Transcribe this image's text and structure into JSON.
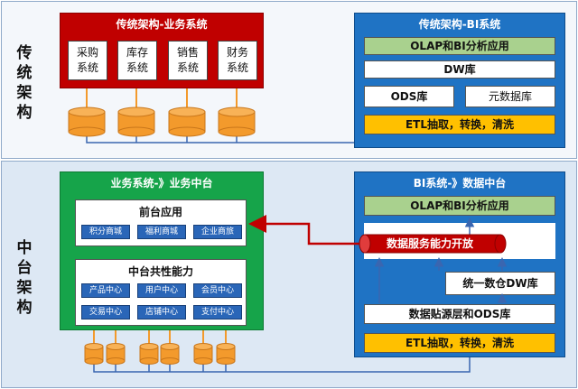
{
  "labels": {
    "traditional": [
      "传",
      "统",
      "架",
      "构"
    ],
    "midplatform": [
      "中",
      "台",
      "架",
      "构"
    ]
  },
  "traditional_business": {
    "title": "传统架构-业务系统",
    "systems": [
      "采购\n系统",
      "库存\n系统",
      "销售\n系统",
      "财务\n系统"
    ]
  },
  "traditional_bi": {
    "title": "传统架构-BI系统",
    "olap": "OLAP和BI分析应用",
    "dw": "DW库",
    "ods": "ODS库",
    "meta": "元数据库",
    "etl": "ETL抽取，转换，清洗"
  },
  "business_mid": {
    "title": "业务系统-》业务中台",
    "front_title": "前台应用",
    "front_chips": [
      "积分商城",
      "福利商城",
      "企业商旅"
    ],
    "shared_title": "中台共性能力",
    "shared_chips": [
      "产品中心",
      "用户中心",
      "会员中心",
      "交易中心",
      "店铺中心",
      "支付中心"
    ]
  },
  "data_mid": {
    "title": "BI系统-》数据中台",
    "olap": "OLAP和BI分析应用",
    "service": "数据服务能力开放",
    "dw": "统一数仓DW库",
    "ods": "数据贴源层和ODS库",
    "etl": "ETL抽取，转换，清洗"
  },
  "colors": {
    "red_panel": "#c00000",
    "blue_panel": "#1f73c4",
    "green_panel": "#16a44a",
    "cylinder": "#f39a2c",
    "arrow_red": "#c00000",
    "line_blue": "#3a66b0"
  }
}
